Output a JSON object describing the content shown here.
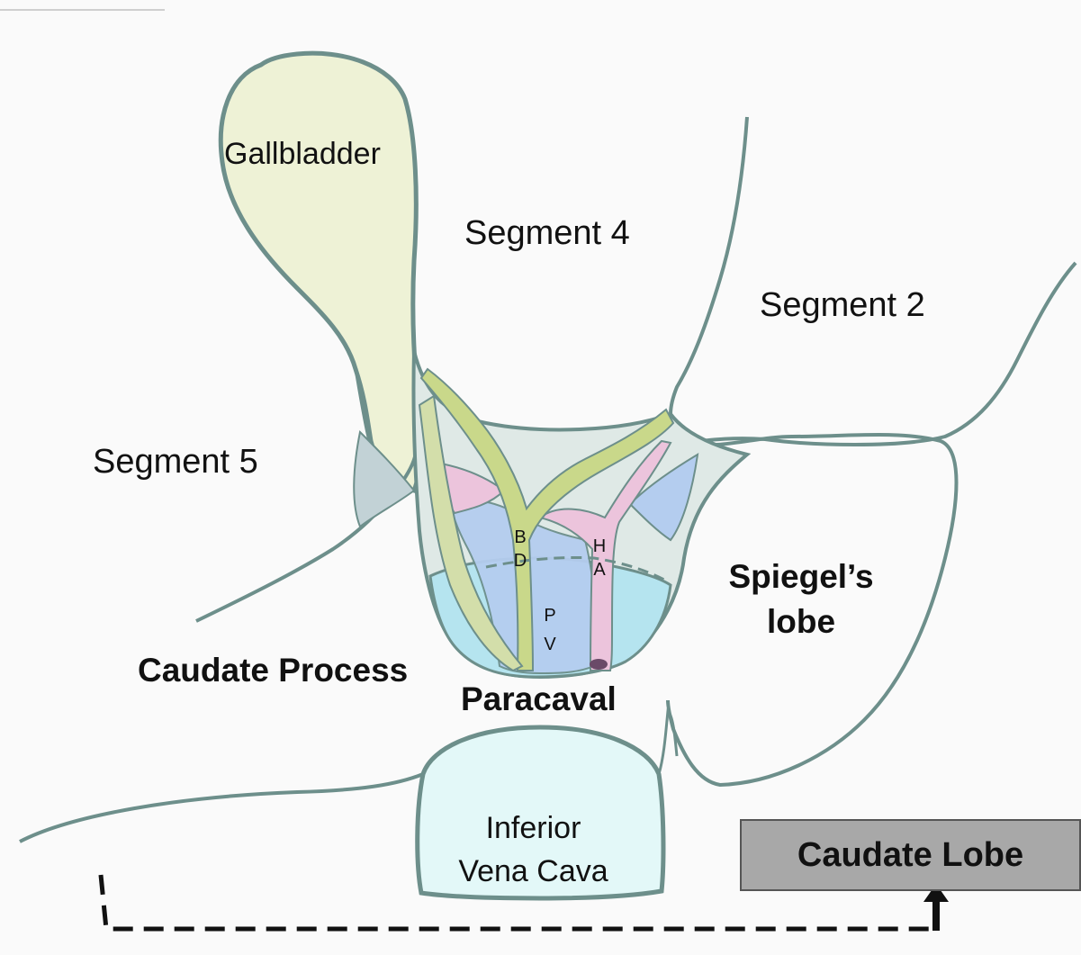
{
  "labels": {
    "gallbladder": "Gallbladder",
    "segment4": "Segment 4",
    "segment2": "Segment 2",
    "segment5": "Segment 5",
    "spiegels_line1": "Spiegel’s",
    "spiegels_line2": "lobe",
    "caudate_process": "Caudate Process",
    "paracaval": "Paracaval",
    "ivc_line1": "Inferior",
    "ivc_line2": "Vena Cava",
    "caudate_lobe": "Caudate Lobe",
    "bd_b": "B",
    "bd_d": "D",
    "pv_p": "P",
    "pv_v": "V",
    "ha_h": "H",
    "ha_a": "A"
  },
  "colors": {
    "outline": "#6d8f8b",
    "gallbladder_fill": "#eef2d6",
    "hilum_fill": "#dfe9e6",
    "bile_duct": "#c9d88a",
    "hepatic_artery": "#ecc4dc",
    "portal_vein": "#b4cdef",
    "ivc_fill": "#e3f8f8",
    "cyan_fill": "#b5e4ef",
    "legend_box": "#a8a8a8"
  }
}
